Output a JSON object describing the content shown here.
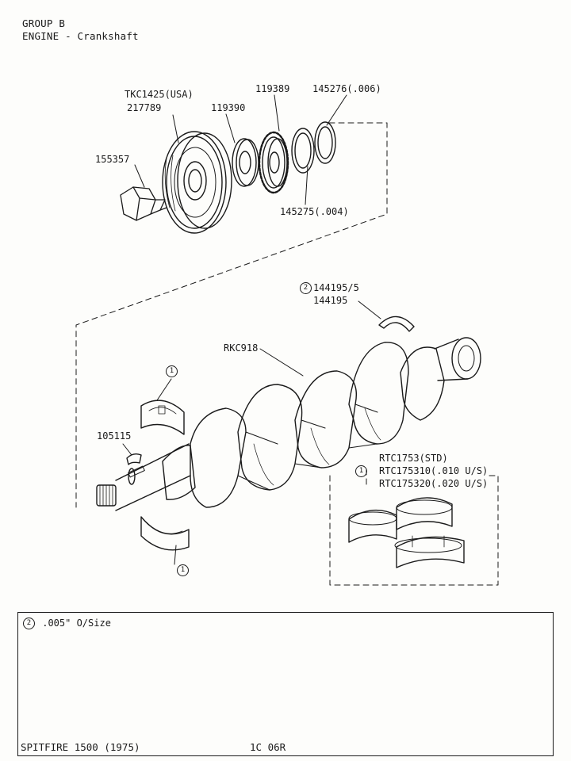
{
  "header": {
    "group": "GROUP B",
    "section": "ENGINE - Crankshaft"
  },
  "parts": {
    "pulley_usa": "TKC1425(USA)",
    "pulley": "217789",
    "bolt": "155357",
    "oil_thrower": "119390",
    "sprocket": "119389",
    "shim_006": "145276(.006)",
    "shim_004": "145275(.004)",
    "thrust_washer_os": "144195/5",
    "thrust_washer": "144195",
    "crankshaft": "RKC918",
    "key": "105115",
    "main_bearing_std": "RTC1753(STD)",
    "main_bearing_010": "RTC175310(.010 U/S)",
    "main_bearing_020": "RTC175320(.020 U/S)"
  },
  "callouts": {
    "ref1": "1",
    "ref2": "2"
  },
  "notes": {
    "ref": "2",
    "text": ".005\" O/Size"
  },
  "footer": {
    "model": "SPITFIRE 1500 (1975)",
    "page": "1C 06R"
  }
}
